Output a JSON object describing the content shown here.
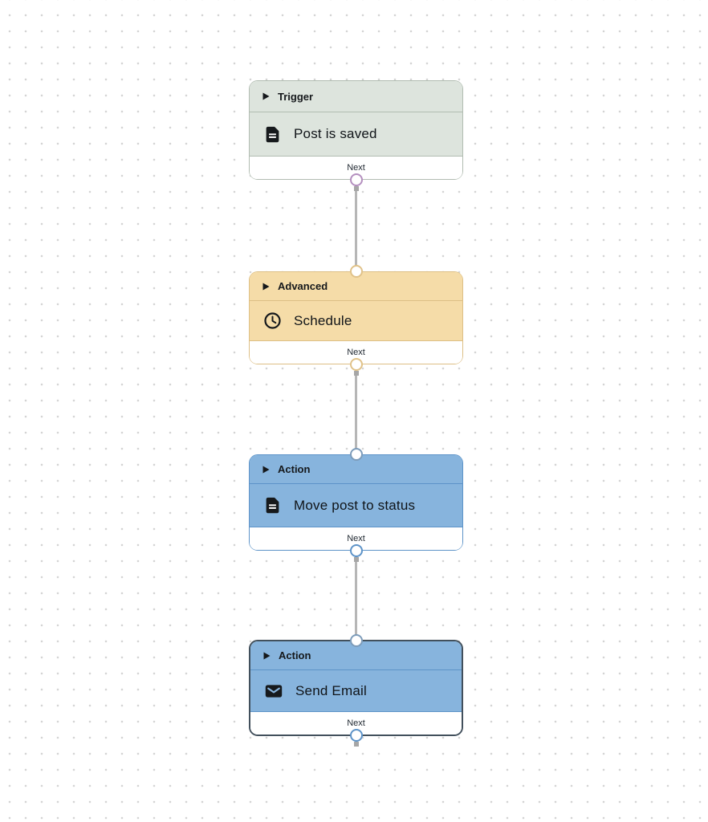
{
  "canvas": {
    "background_color": "#ffffff",
    "dot_grid_color": "#d4d4d4",
    "edge_color": "#b6b6b6"
  },
  "nodes": [
    {
      "id": "trigger-post-is-saved",
      "category": "Trigger",
      "title": "Post is saved",
      "icon": "file-text-icon",
      "next_label": "Next",
      "selected": false,
      "colors": {
        "bg": "#dde4dd",
        "border": "#b1bcb1",
        "output_port": "#b48fbf"
      }
    },
    {
      "id": "advanced-schedule",
      "category": "Advanced",
      "title": "Schedule",
      "icon": "clock-icon",
      "next_label": "Next",
      "selected": false,
      "colors": {
        "bg": "#f5dca8",
        "border": "#ddbf85",
        "input_port": "#e0c289",
        "output_port": "#e0c289"
      }
    },
    {
      "id": "action-move-post-to-status",
      "category": "Action",
      "title": "Move post to status",
      "icon": "file-text-icon",
      "next_label": "Next",
      "selected": false,
      "colors": {
        "bg": "#87b4dd",
        "border": "#5d93c8",
        "input_port": "#7d9cba",
        "output_port": "#5d93c8"
      }
    },
    {
      "id": "action-send-email",
      "category": "Action",
      "title": "Send Email",
      "icon": "mail-icon",
      "next_label": "Next",
      "selected": true,
      "colors": {
        "bg": "#87b4dd",
        "border": "#42505c",
        "input_port": "#7d9cba",
        "output_port": "#5d93c8"
      }
    }
  ],
  "edges": [
    {
      "from": "trigger-post-is-saved",
      "to": "advanced-schedule"
    },
    {
      "from": "advanced-schedule",
      "to": "action-move-post-to-status"
    },
    {
      "from": "action-move-post-to-status",
      "to": "action-send-email"
    }
  ]
}
